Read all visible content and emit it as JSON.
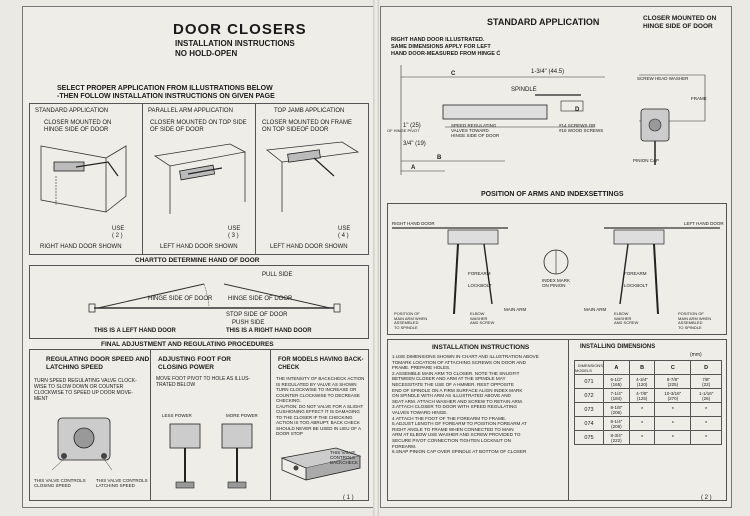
{
  "left_page": {
    "title": "DOOR CLOSERS",
    "subtitle1": "INSTALLATION INSTRUCTIONS",
    "subtitle2": "NO HOLD-OPEN",
    "select_heading1": "SELECT PROPER  APPLICATION FROM ILLUSTRATIONS BELOW",
    "select_heading2": "-THEN FOLLOW INSTALLATION INSTRUCTIONS ON GIVEN PAGE",
    "applications": [
      {
        "title": "STANDARD APPLICATION",
        "desc": "CLOSER MOUNTED ON\nHINGE SIDE OF DOOR",
        "use": "USE",
        "page": "( 2 )",
        "caption": "RIGHT HAND DOOR SHOWN"
      },
      {
        "title": "PARALLEL ARM APPLICATION",
        "desc": "CLOSER MOUNTED ON TOP SIDE\nOF SIDE OF DOOR",
        "use": "USE",
        "page": "( 3 )",
        "caption": "LEFT HAND DOOR SHOWN"
      },
      {
        "title": "TOP JAMB APPLICATION",
        "desc": "CLOSER MOUNTED ON FRAME\nON TOP SIDEOF DOOR",
        "use": "USE",
        "page": "( 4 )",
        "caption": "LEFT HAND DOOR SHOWN"
      }
    ],
    "hand_chart": {
      "heading": "CHARTTO DETERMINE HAND OF DOOR",
      "pull_side": "PULL SIDE",
      "hinge_side_left": "HINGE SIDE OF DOOR",
      "hinge_side_right": "HINGE SIDE OF DOOR",
      "stop_side": "STOP SIDE OF DOOR",
      "push_side": "PUSH SIDE",
      "left_hand": "THIS IS A LEFT HAND DOOR",
      "right_hand": "THIS IS A RIGHT HAND DOOR"
    },
    "adjust": {
      "heading": "FINAL ADJUSTMENT AND REGULATING  PROCEDURES",
      "col1_title": "REGULATING DOOR SPEED AND\nLATCHING SPEED",
      "col1_text": "TURN SPEED REGULATING VALVE CLOCK-\nWISE TO SLOW DOWN OR COUNTER\nCLOCKWISE TO SPEED UP DOOR MOVE-\nMENT",
      "col1_label1": "THIS VALVE CONTROLS\nCLOSING SPEED",
      "col1_label2": "THIS VALVE CONTROLS\nLATCHING SPEED",
      "col2_title": "ADJUSTING FOOT FOR\nCLOSING POWER",
      "col2_text": "MOVE FOOT PIVOT TO HOLE AS ILLUS-\nTRATED BELOW",
      "col2_label1": "LESS POWER",
      "col2_label2": "MORE POWER",
      "col3_title": "FOR MODELS  HAVING BACK-\nCHECK",
      "col3_text": "THE INTENSITY OF BACKCHECK ACTION\nIS REGULATED BY VALVE AS SHOWN\nTURN CLOCKWISE TO INCREASE OR\nCOUNTER CLOCKWISE TO DECREASE\nCHECKING.\nCAUTION: DO NOT VALVE FOR A SLIGHT\nCUSHIONING EFFECT IT IS DAMAGING\nTO THE CLOSER IF THE CHECKING\nACTION IS TOO ABRUPT. BACK CHECK\nSHOULD NEVER BE USED IN LIEU OF A\nDOOR STOP",
      "col3_label": "THIS VALVE CONTROLS\nBACKCHECK"
    },
    "page_number": "( 1 )"
  },
  "right_page": {
    "title": "STANDARD APPLICATION",
    "corner_note": "CLOSER MOUNTED ON\nHINGE SIDE OF DOOR",
    "intro": "RIGHT HAND DOOR ILLUSTRATED.\nSAME DIMENSIONS APPLY FOR LEFT\nHAND DOOR-MEASURED FROM HINGE Ć",
    "diagram_labels": {
      "c": "C",
      "dim_a": "1-3/4\" (44.5)",
      "spindle": "SPINDLE",
      "d": "D",
      "scr_head": "SCREW HEAD WASHER",
      "frame": "FRAME",
      "hinge_pivot": "OF HINGE PIVOT",
      "dim_1": "1\" (25)",
      "dim_2": "3/4\" (19)",
      "speed_valves": "SPEED REGULATING\nVALVES TOWARD\nHINGE SIDE OF DOOR",
      "screws": "#14 SCREWS OR\n#16 WOOD SCREWS",
      "pinion": "PINION CAP",
      "b": "B",
      "a": "A"
    },
    "arms_heading": "POSITION OF ARMS AND INDEXSETTINGS",
    "arms_labels": {
      "rh_door": "RIGHT HAND DOOR",
      "lh_door": "LEFT HAND DOOR",
      "index_mark": "INDEX MARK\nON PINION",
      "forearm_l": "FOREARM",
      "forearm_r": "FOREARM",
      "lockbolt_l": "LOCKBOLT",
      "lockbolt_r": "LOCKBOLT",
      "mainarm_l": "MAIN ARM",
      "mainarm_r": "MAIN ARM",
      "pos_l": "POSITION OF\nMAIN ARM WHEN\nASSEMBLED\nTO SPINDLE",
      "pos_r": "POSITION OF\nMAIN ARM WHEN\nASSEMBLED\nTO SPINDLE",
      "elbow_l": "ELBOW\nWASHER\nAND SCREW",
      "elbow_r": "ELBOW\nWASHER\nAND SCREW"
    },
    "install": {
      "heading": "INSTALLATION INSTRUCTIONS",
      "steps": "1.USE DIMENSIONS SHOWN IN CHART AND ILLUSTRATION ABOVE\n  TOMARK LOCATION OF ATTACHING SCREWS ON DOOR AND\n  FRAME. PREPARE HOLES.\n2.ASSEMBLE MAIN ARM TO CLOSER. NOTE THE SNUGFIT\n  BETWEEN CLOSER AND ARM AT THE SPINDLE MAY\n  NECESSITATE THE USE OF A HMMER. REST OPPOSITE\n  END OF SPINDLE ON A FIRM SURFACE ALIGN INDEX MARK\n  ON SPINDLE WITH ARM AS ILLUSTRATED ABOVE AND\n  SEAT ARM. ATTACH WASHER AND SCREW TO RETAIN ARM.\n3.ATTACH CLOSER TO DOOR WITH SPEED REGULATING\n  VALVES TOWARD HINGE.\n4.ATTACH THE FOOT OF THE FOREARM TO FRAME.\n5.ADJUST LENGTH OF FOREARM TO POSITION FOREARM AT\n  RIGHT ANGLE TO FRAME WHEN CONNECTED TO MAIN\n  ARM AT ELBOW USE WASHER AND SCREW PROVIDED TO\n  SECURE PIVOT CONNECTION TIGHTEN LOCKNUT ON\n  FOREARM.\n6.SNAP PINION CAP OVER SPINDLE AT BOTTOM OF CLOSER"
    },
    "dimensions": {
      "heading": "INSTALLING DIMENSIONS",
      "unit": "(mm)",
      "corner_top": "DIMENSIONS",
      "corner_bottom": "MODELS",
      "headers": [
        "A",
        "B",
        "C",
        "D"
      ],
      "rows": [
        {
          "model": "071",
          "a": "6-1/2\"\n(165)",
          "b": "4-3/4\"\n(120)",
          "c": "8-7/8\"\n(225)",
          "d": "7/8\"\n(22)"
        },
        {
          "model": "072",
          "a": "7-1/4\"\n(184)",
          "b": "4-7/8\"\n(125)",
          "c": "10-3/16\"\n(270)",
          "d": "1-1/16\"\n(26)"
        },
        {
          "model": "073",
          "a": "8-1/8\"\n(206)",
          "b": "*",
          "c": "*",
          "d": "*"
        },
        {
          "model": "074",
          "a": "8-1/4\"\n(209)",
          "b": "*",
          "c": "*",
          "d": "*"
        },
        {
          "model": "075",
          "a": "8-3/4\"\n(222)",
          "b": "*",
          "c": "*",
          "d": "*"
        }
      ]
    },
    "page_number": "( 2 )"
  }
}
